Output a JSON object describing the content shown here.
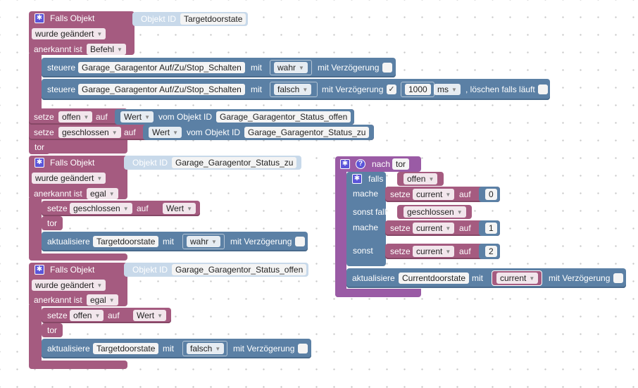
{
  "trigger1": {
    "header": "Falls Objekt",
    "changed": "wurde geändert",
    "ack_label": "anerkannt ist",
    "ack_value": "Befehl",
    "object_id_label": "Objekt ID",
    "object_id": "Targetdoorstate",
    "control1": {
      "verb": "steuere",
      "target": "Garage_Garagentor Auf/Zu/Stop_Schalten",
      "mit": "mit",
      "value": "wahr",
      "delay_label": "mit Verzögerung"
    },
    "control2": {
      "verb": "steuere",
      "target": "Garage_Garagentor Auf/Zu/Stop_Schalten",
      "mit": "mit",
      "value": "falsch",
      "delay_label": "mit Verzögerung",
      "delay_checked": "✓",
      "delay_value": "1000",
      "unit": "ms",
      "clear_label": ", löschen falls läuft"
    },
    "set1": {
      "verb": "setze",
      "var": "offen",
      "auf": "auf",
      "prop": "Wert",
      "from_label": "vom Objekt ID",
      "object": "Garage_Garagentor_Status_offen"
    },
    "set2": {
      "verb": "setze",
      "var": "geschlossen",
      "auf": "auf",
      "prop": "Wert",
      "from_label": "vom Objekt ID",
      "object": "Garage_Garagentor_Status_zu"
    },
    "tor": "tor"
  },
  "trigger2": {
    "header": "Falls Objekt",
    "object_id_label": "Objekt ID",
    "object_id": "Garage_Garagentor_Status_zu",
    "changed": "wurde geändert",
    "ack_label": "anerkannt ist",
    "ack_value": "egal",
    "set": {
      "verb": "setze",
      "var": "geschlossen",
      "auf": "auf",
      "prop": "Wert"
    },
    "tor": "tor",
    "update": {
      "verb": "aktualisiere",
      "target": "Targetdoorstate",
      "mit": "mit",
      "value": "wahr",
      "delay_label": "mit Verzögerung"
    }
  },
  "trigger3": {
    "header": "Falls Objekt",
    "object_id_label": "Objekt ID",
    "object_id": "Garage_Garagentor_Status_offen",
    "changed": "wurde geändert",
    "ack_label": "anerkannt ist",
    "ack_value": "egal",
    "set": {
      "verb": "setze",
      "var": "offen",
      "auf": "auf",
      "prop": "Wert"
    },
    "tor": "tor",
    "update": {
      "verb": "aktualisiere",
      "target": "Targetdoorstate",
      "mit": "mit",
      "value": "falsch",
      "delay_label": "mit Verzögerung"
    }
  },
  "after": {
    "header": "nach",
    "var": "tor",
    "if_label": "falls",
    "if_var": "offen",
    "do1": "mache",
    "set1": {
      "verb": "setze",
      "var": "current",
      "auf": "auf",
      "value": "0"
    },
    "elseif_label": "sonst falls",
    "elseif_var": "geschlossen",
    "do2": "mache",
    "set2": {
      "verb": "setze",
      "var": "current",
      "auf": "auf",
      "value": "1"
    },
    "else_label": "sonst",
    "set3": {
      "verb": "setze",
      "var": "current",
      "auf": "auf",
      "value": "2"
    },
    "update": {
      "verb": "aktualisiere",
      "target": "Currentdoorstate",
      "mit": "mit",
      "var": "current",
      "delay_label": "mit Verzögerung"
    }
  },
  "icons": {
    "gear": "gear-icon",
    "help": "help-icon",
    "caret": "dropdown-caret-icon",
    "check": "checkmark-icon"
  },
  "colors": {
    "event": "#a55b80",
    "logic": "#5b80a5",
    "procedure": "#9a5ba5",
    "gear": "#5b55d9"
  }
}
